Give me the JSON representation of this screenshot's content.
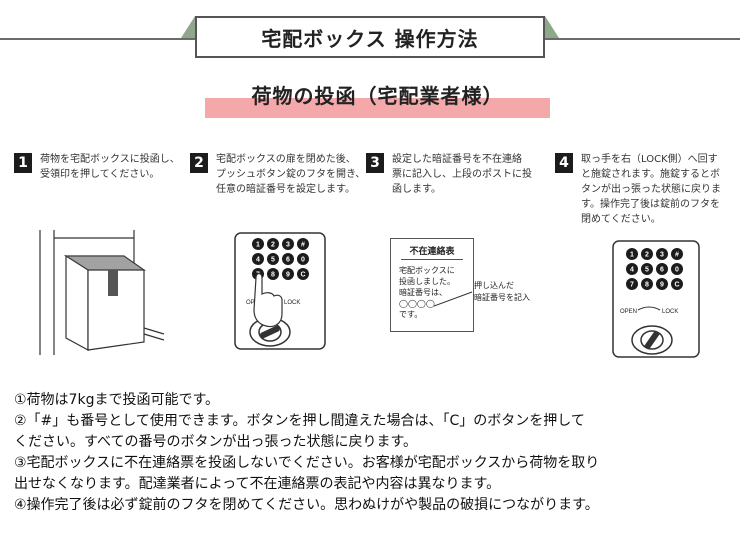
{
  "header": {
    "title": "宅配ボックス 操作方法"
  },
  "subtitle": "荷物の投函（宅配業者様）",
  "steps": [
    {
      "num": "1",
      "text": "荷物を宅配ボックスに投函し、\n受領印を押してください。"
    },
    {
      "num": "2",
      "text": "宅配ボックスの扉を閉めた後、\nプッシュボタン錠のフタを開き、\n任意の暗証番号を設定します。"
    },
    {
      "num": "3",
      "text": "設定した暗証番号を不在連絡\n票に記入し、上段のポストに投\n函します。"
    },
    {
      "num": "4",
      "text": "取っ手を右（LOCK側）へ回す\nと施錠されます。施錠するとボ\nタンが出っ張った状態に戻りま\nす。操作完了後は錠前のフタを\n閉めてください。"
    }
  ],
  "keypad": {
    "keys": [
      "1",
      "2",
      "3",
      "#",
      "4",
      "5",
      "6",
      "0",
      "7",
      "8",
      "9",
      "C"
    ],
    "open_label": "OPEN",
    "lock_label": "LOCK"
  },
  "slip": {
    "title": "不在連絡表",
    "body": "宅配ボックスに\n投函しました。\n暗証番号は、\n◯◯◯◯\nです。",
    "annotation": "押し込んだ\n暗証番号を記入"
  },
  "notes": [
    "①荷物は7kgまで投函可能です。",
    "②「#」も番号として使用できます。ボタンを押し間違えた場合は、「C」のボタンを押して\nください。すべての番号のボタンが出っ張った状態に戻ります。",
    "③宅配ボックスに不在連絡票を投函しないでください。お客様が宅配ボックスから荷物を取り\n出せなくなります。配達業者によって不在連絡票の表記や内容は異なります。",
    "④操作完了後は必ず錠前のフタを閉めてください。思わぬけがや製品の破損につながります。"
  ],
  "colors": {
    "accent_green": "#8fa88c",
    "highlight_pink": "#f5a8aa"
  }
}
